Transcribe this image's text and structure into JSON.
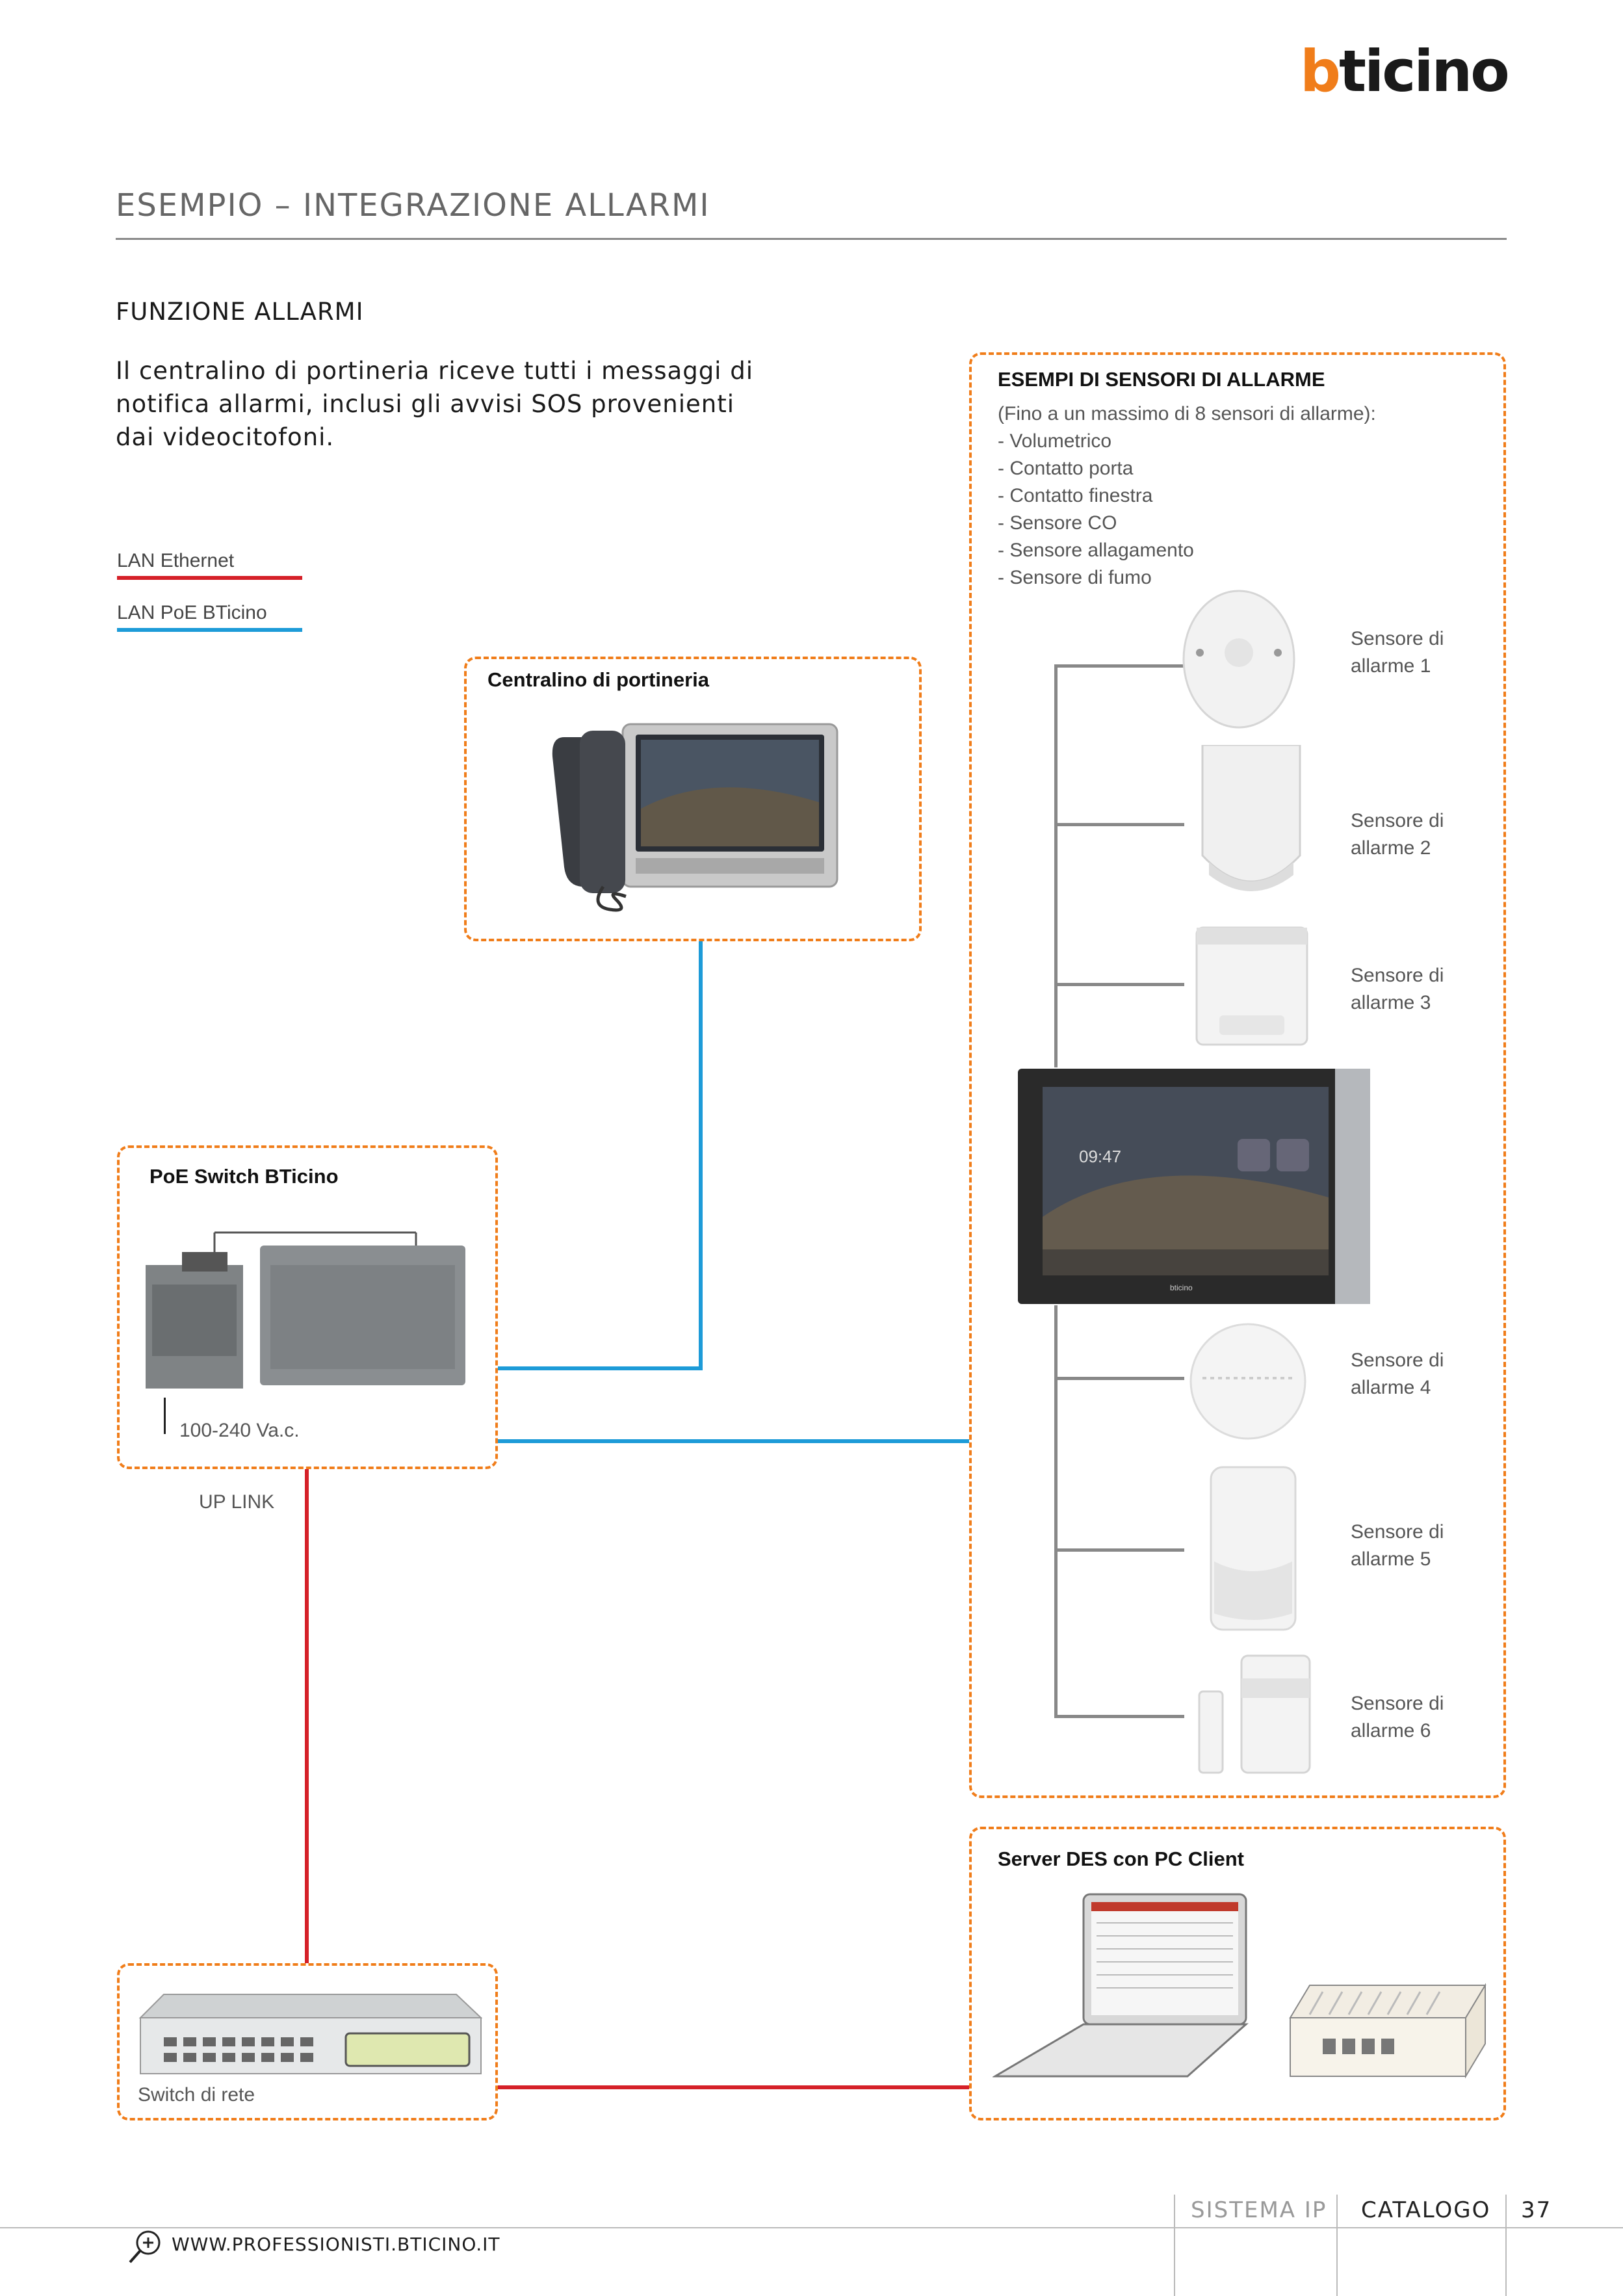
{
  "brand": {
    "logo_b": "b",
    "logo_rest": "ticino"
  },
  "page": {
    "title": "ESEMPIO – INTEGRAZIONE ALLARMI",
    "section_title": "FUNZIONE ALLARMI",
    "intro": "Il centralino di portineria riceve tutti i messaggi di notifica allarmi, inclusi gli avvisi SOS provenienti dai videocitofoni."
  },
  "legend": {
    "items": [
      {
        "label": "LAN Ethernet",
        "color": "#d52028"
      },
      {
        "label": "LAN PoE BTicino",
        "color": "#1d9bd8"
      }
    ]
  },
  "centralino": {
    "label": "Centralino di portineria"
  },
  "poe_switch": {
    "label": "PoE Switch BTicino",
    "power": "100-240 Va.c.",
    "uplink": "UP LINK"
  },
  "switch_rete": {
    "label": "Switch di rete"
  },
  "server": {
    "label": "Server DES con PC Client"
  },
  "sensors": {
    "label": "ESEMPI DI SENSORI DI ALLARME",
    "note": "(Fino a un massimo di 8 sensori di allarme):",
    "list": [
      "- Volumetrico",
      "- Contatto porta",
      "- Contatto finestra",
      "- Sensore CO",
      "- Sensore allagamento",
      "- Sensore di fumo"
    ],
    "items": [
      {
        "line1": "Sensore di",
        "line2": "allarme 1"
      },
      {
        "line1": "Sensore di",
        "line2": "allarme 2"
      },
      {
        "line1": "Sensore di",
        "line2": "allarme 3"
      },
      {
        "line1": "Sensore di",
        "line2": "allarme 4"
      },
      {
        "line1": "Sensore di",
        "line2": "allarme 5"
      },
      {
        "line1": "Sensore di",
        "line2": "allarme 6"
      }
    ]
  },
  "monitor": {
    "time": "09:47",
    "brand": "bticino"
  },
  "footer": {
    "url": "WWW.PROFESSIONISTI.BTICINO.IT",
    "sistema": "SISTEMA IP",
    "catalogo": "CATALOGO",
    "page_number": "37"
  },
  "icons": [
    "magnifier-plus-icon"
  ]
}
